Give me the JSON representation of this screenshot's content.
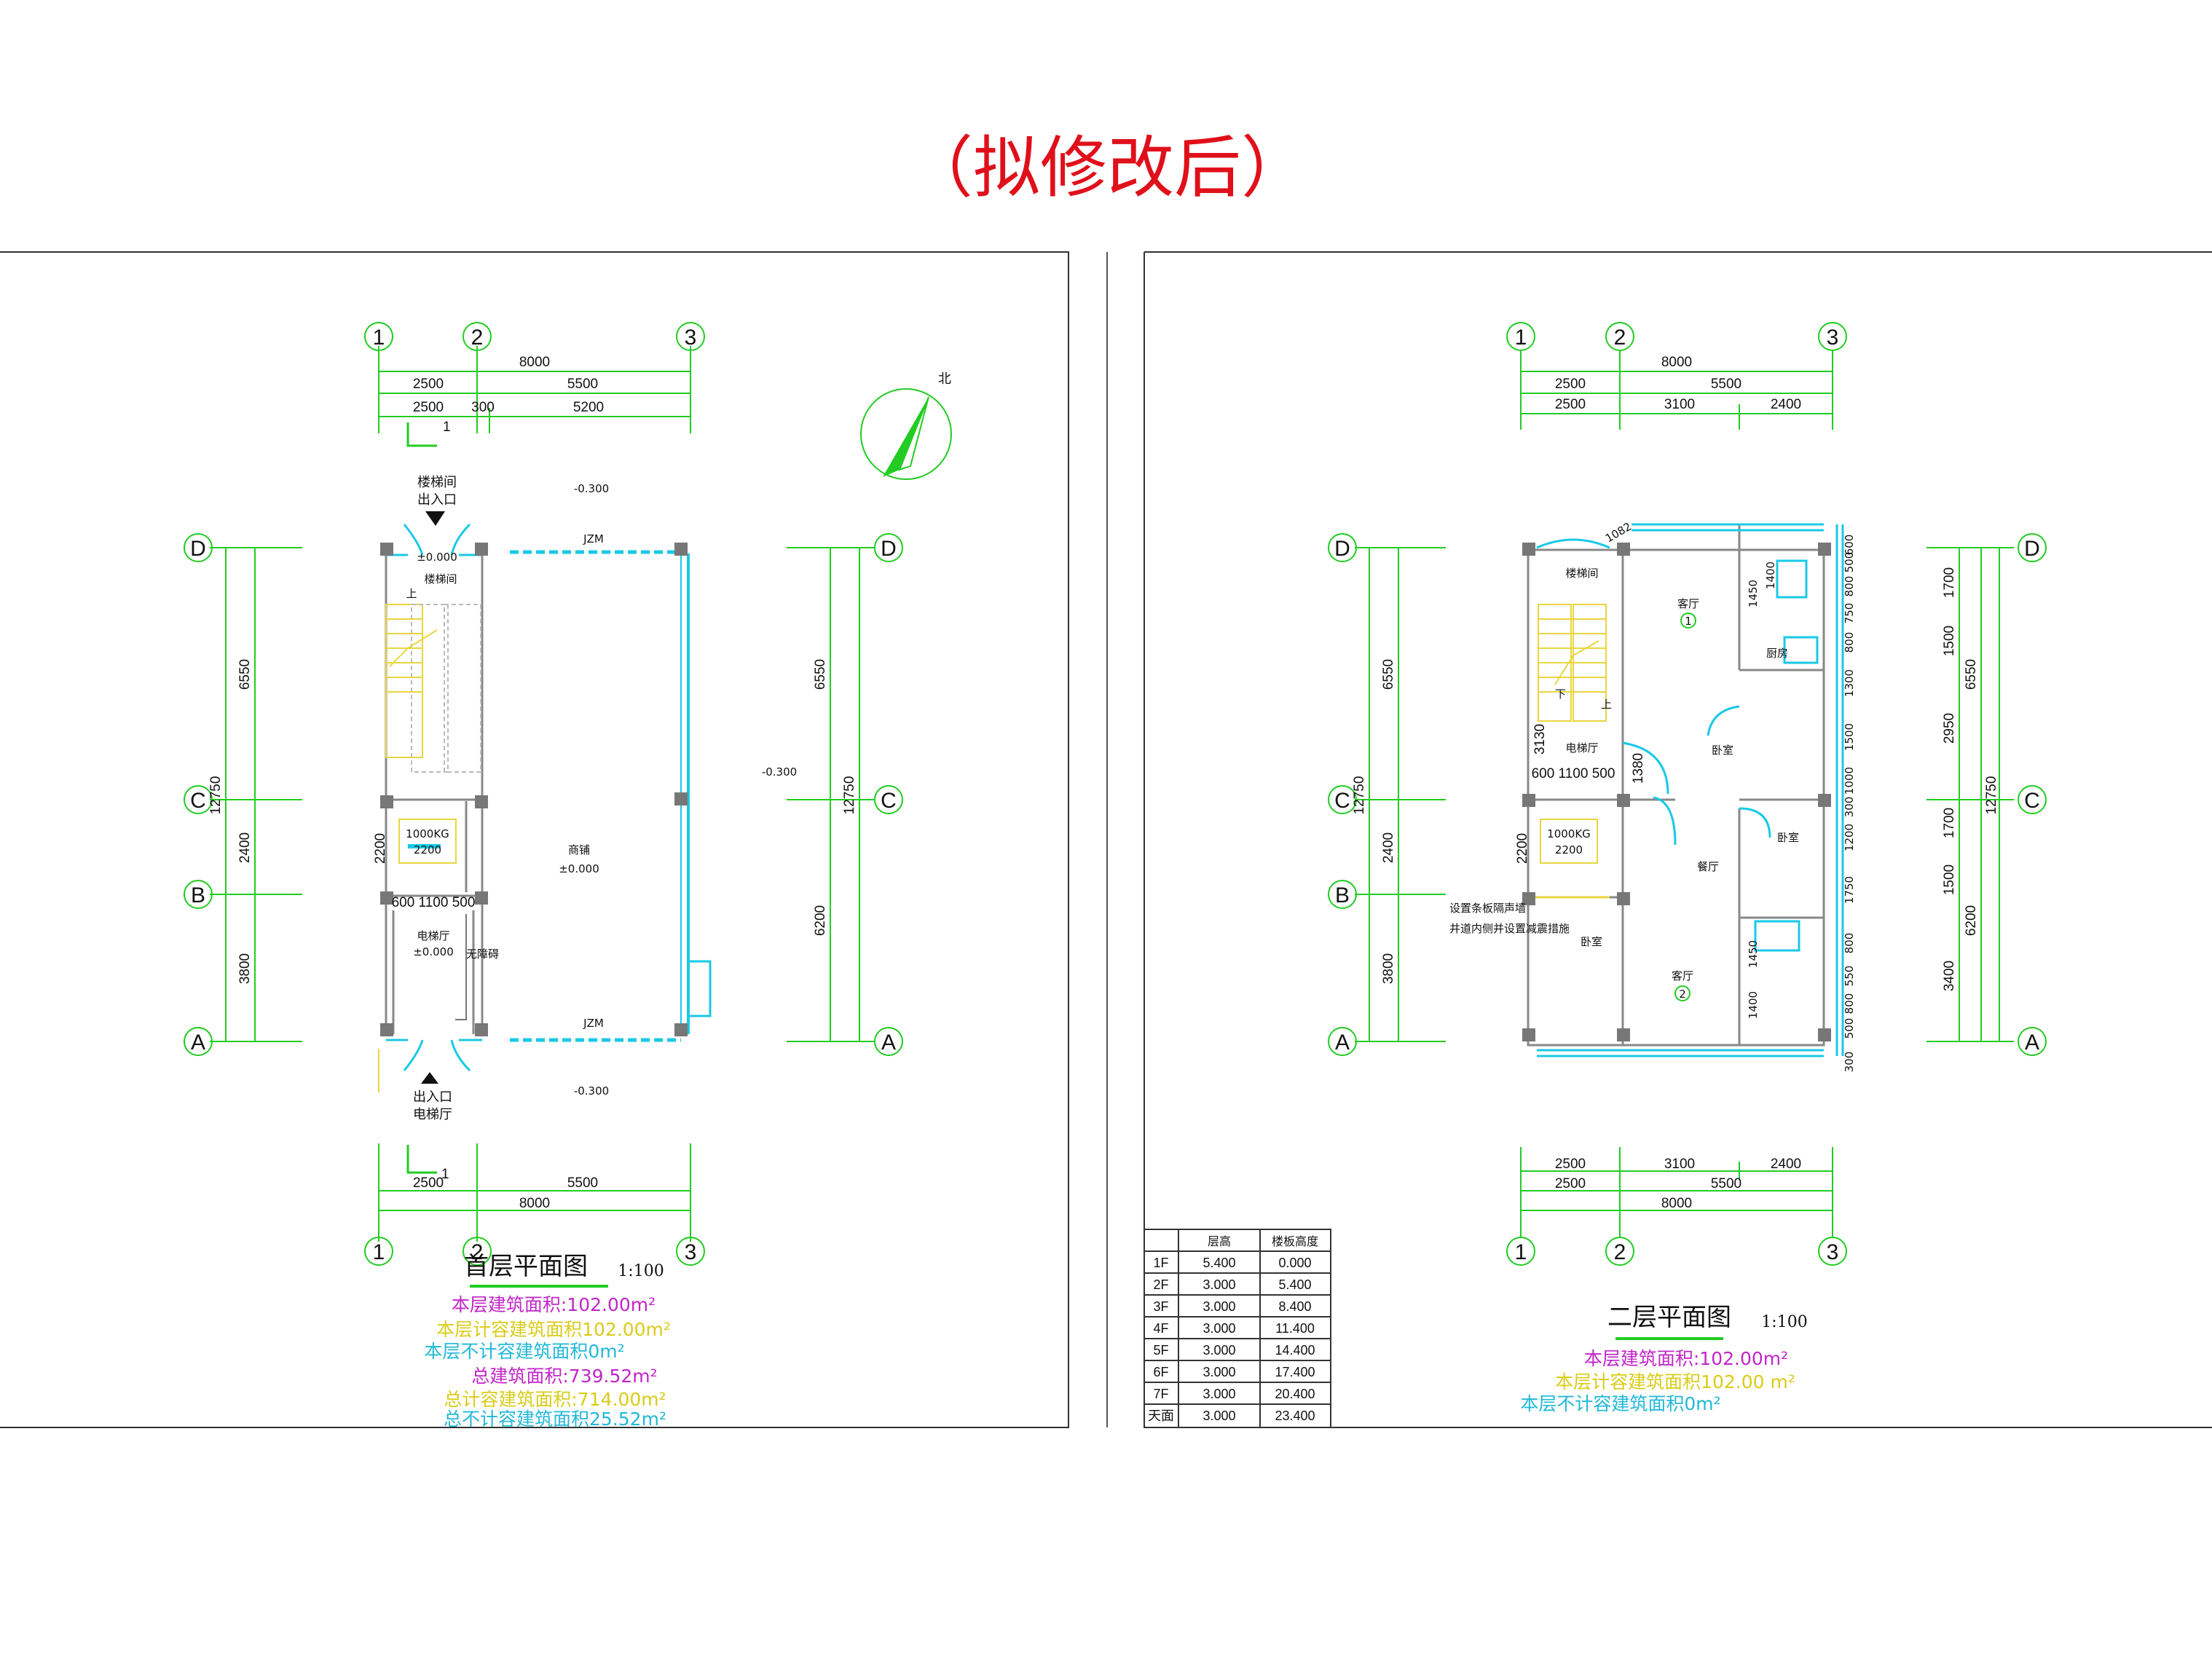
{
  "title": "（拟修改后）",
  "colors": {
    "title": "#e0101a",
    "dim_line": "#22cc22",
    "wall": "#777777",
    "glass": "#19c9e6",
    "stair": "#e8d640",
    "area_magenta": "#c126c8",
    "area_yellow": "#d9cc1a",
    "area_cyan": "#22b8d8"
  },
  "plan1": {
    "title": "首层平面图",
    "scale": "1:100",
    "north": "北",
    "grid_cols": [
      "1",
      "2",
      "3"
    ],
    "grid_rows": [
      "D",
      "C",
      "B",
      "A"
    ],
    "dims_top": [
      "8000",
      "2500",
      "5500",
      "2500",
      "300",
      "5200"
    ],
    "dims_bottom": [
      "2500",
      "5500",
      "8000"
    ],
    "dims_left": [
      "12750",
      "6550",
      "2400",
      "3800"
    ],
    "dims_right": [
      "12750",
      "6550",
      "6200"
    ],
    "section_mark": "1",
    "labels": {
      "stair_entry": "楼梯间出入口",
      "stair_room": "楼梯间",
      "elev_floor": "±0.000",
      "elev_outside_top": "-0.300",
      "elev_outside_right": "-0.300",
      "elev_outside_bottom": "-0.300",
      "beam_top": "JZM",
      "beam_bottom": "JZM",
      "elevator_cap": "1000KG",
      "elevator_size": "2200",
      "elevator_depth": "2200",
      "elevator_hall": "电梯厅",
      "elevator_hall_elev": "±0.000",
      "elevator_dims": "600 1100 500",
      "shop": "商铺",
      "shop_elev": "±0.000",
      "ramp": "无障碍",
      "up": "上",
      "elevator_entry": "电梯厅出入口"
    },
    "areas": [
      {
        "text": "本层建筑面积:102.00m²",
        "color": "magenta"
      },
      {
        "text": "本层计容建筑面积102.00m²",
        "color": "yellow"
      },
      {
        "text": "本层不计容建筑面积0m²",
        "color": "cyan"
      },
      {
        "text": "总建筑面积:739.52m²",
        "color": "magenta"
      },
      {
        "text": "总计容建筑面积:714.00m²",
        "color": "yellow"
      },
      {
        "text": "总不计容建筑面积25.52m²",
        "color": "cyan"
      }
    ]
  },
  "plan2": {
    "title": "二层平面图",
    "scale": "1:100",
    "grid_cols": [
      "1",
      "2",
      "3"
    ],
    "grid_rows": [
      "D",
      "C",
      "B",
      "A"
    ],
    "dims_top": [
      "8000",
      "2500",
      "5500",
      "2500",
      "3100",
      "2400"
    ],
    "dims_bottom": [
      "2500",
      "3100",
      "2400",
      "2500",
      "5500",
      "8000"
    ],
    "dims_left": [
      "12750",
      "6550",
      "2400",
      "3800"
    ],
    "dims_right_outer": [
      "12750",
      "6550",
      "6200"
    ],
    "dims_right_mid": [
      "1700",
      "1500",
      "2950",
      "1700",
      "1500",
      "3400"
    ],
    "dims_right_inner": [
      "600",
      "500",
      "800",
      "750",
      "800",
      "1300",
      "1500",
      "1000",
      "300",
      "1200",
      "1750",
      "800",
      "550",
      "800",
      "500",
      "300"
    ],
    "labels": {
      "stair_room": "楼梯间",
      "down": "下",
      "up": "上",
      "corner_dim": "1082",
      "living1": "客厅",
      "living1_no": "1",
      "kitchen1": "厨房",
      "bedroom1": "卧室",
      "elevator_hall": "电梯厅",
      "elevator_hall_dim": "3130",
      "elevator_dims": "600 1100 500",
      "dim_1380": "1380",
      "elevator_cap": "1000KG",
      "elevator_size": "2200",
      "elevator_depth": "2200",
      "bedroom2": "卧室",
      "dining": "餐厅",
      "note1": "设置条板隔声墙",
      "note2": "井道内侧并设置减震措施",
      "bedroom3": "卧室",
      "living2": "客厅",
      "living2_no": "2",
      "bath1_a": "1450",
      "bath1_b": "1400",
      "bath2_a": "1450",
      "bath2_b": "1400"
    },
    "areas": [
      {
        "text": "本层建筑面积:102.00m²",
        "color": "magenta"
      },
      {
        "text": "本层计容建筑面积102.00 m²",
        "color": "yellow"
      },
      {
        "text": "本层不计容建筑面积0m²",
        "color": "cyan"
      }
    ]
  },
  "floor_table": {
    "headers": [
      "",
      "层高",
      "楼板高度"
    ],
    "rows": [
      [
        "1F",
        "5.400",
        "0.000"
      ],
      [
        "2F",
        "3.000",
        "5.400"
      ],
      [
        "3F",
        "3.000",
        "8.400"
      ],
      [
        "4F",
        "3.000",
        "11.400"
      ],
      [
        "5F",
        "3.000",
        "14.400"
      ],
      [
        "6F",
        "3.000",
        "17.400"
      ],
      [
        "7F",
        "3.000",
        "20.400"
      ],
      [
        "天面",
        "3.000",
        "23.400"
      ]
    ]
  }
}
